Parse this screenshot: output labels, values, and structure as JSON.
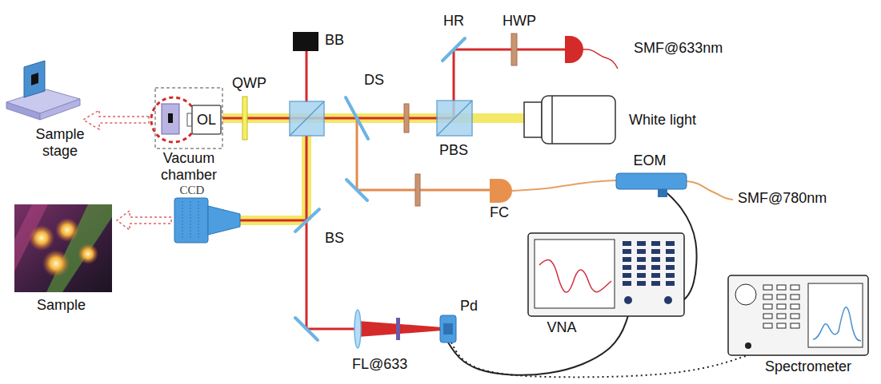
{
  "diagram": {
    "nodes": [
      {
        "text": [
          "Vacuum chamber"
        ]
      },
      {
        "text": [
          "OL"
        ],
        "in": 0
      },
      {
        "text": [
          "CCD"
        ]
      },
      {
        "text": [
          "FC"
        ]
      },
      {
        "text": [
          "EOM"
        ]
      },
      {
        "text": [
          "Pd"
        ]
      },
      {
        "text": [
          "VNA"
        ]
      },
      {
        "text": [
          "Spectrometer"
        ]
      }
    ],
    "edges": [
      {
        "from": 3,
        "to": 4,
        "arrow": "none"
      },
      {
        "from": 5,
        "to": 6,
        "arrow": "none"
      },
      {
        "from": 6,
        "to": 4,
        "arrow": "none"
      },
      {
        "from": 5,
        "to": 7,
        "arrow": "none"
      }
    ],
    "labels": [
      "Sample stage",
      "BB",
      "HR",
      "HWP",
      "SMF@633nm",
      "QWP",
      "DS",
      "PBS",
      "White light",
      "SMF@780nm",
      "Sample",
      "BS",
      "FL@633"
    ]
  }
}
